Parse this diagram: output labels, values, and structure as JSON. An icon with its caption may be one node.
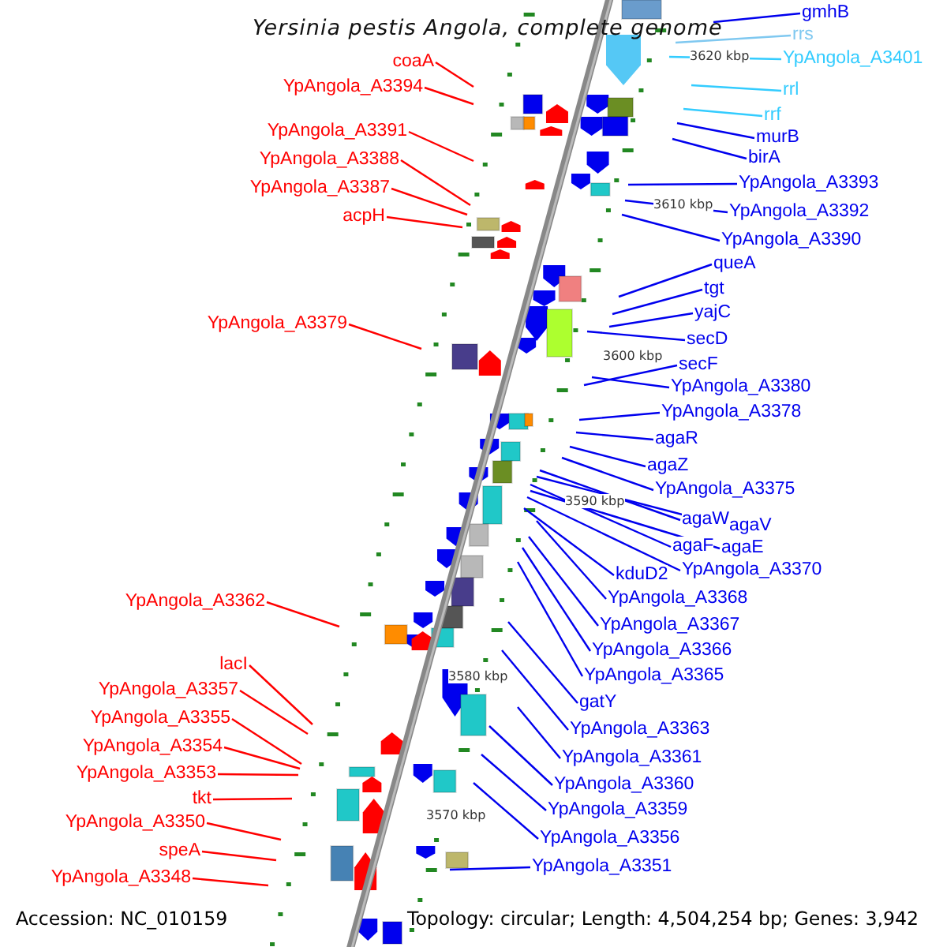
{
  "diagram": {
    "title": "Yersinia pestis Angola, complete genome",
    "nodes": [
      {
        "text": [
          "coaA"
        ]
      },
      {
        "text": [
          "YpAngola_A3394"
        ]
      },
      {
        "text": [
          "YpAngola_A3391"
        ]
      },
      {
        "text": [
          "YpAngola_A3388"
        ]
      },
      {
        "text": [
          "YpAngola_A3387"
        ]
      },
      {
        "text": [
          "acpH"
        ]
      },
      {
        "text": [
          "YpAngola_A3379"
        ]
      },
      {
        "text": [
          "YpAngola_A3362"
        ]
      },
      {
        "text": [
          "lacI"
        ]
      },
      {
        "text": [
          "YpAngola_A3357"
        ]
      },
      {
        "text": [
          "YpAngola_A3355"
        ]
      },
      {
        "text": [
          "YpAngola_A3354"
        ]
      },
      {
        "text": [
          "YpAngola_A3353"
        ]
      },
      {
        "text": [
          "tkt"
        ]
      },
      {
        "text": [
          "YpAngola_A3350"
        ]
      },
      {
        "text": [
          "speA"
        ]
      },
      {
        "text": [
          "YpAngola_A3348"
        ]
      },
      {
        "text": [
          "gmhB"
        ]
      },
      {
        "text": [
          "rrs"
        ]
      },
      {
        "text": [
          "YpAngola_A3401"
        ]
      },
      {
        "text": [
          "rrl"
        ]
      },
      {
        "text": [
          "rrf"
        ]
      },
      {
        "text": [
          "murB"
        ]
      },
      {
        "text": [
          "birA"
        ]
      },
      {
        "text": [
          "YpAngola_A3393"
        ]
      },
      {
        "text": [
          "YpAngola_A3392"
        ]
      },
      {
        "text": [
          "YpAngola_A3390"
        ]
      },
      {
        "text": [
          "queA"
        ]
      },
      {
        "text": [
          "tgt"
        ]
      },
      {
        "text": [
          "yajC"
        ]
      },
      {
        "text": [
          "secD"
        ]
      },
      {
        "text": [
          "secF"
        ]
      },
      {
        "text": [
          "YpAngola_A3380"
        ]
      },
      {
        "text": [
          "YpAngola_A3378"
        ]
      },
      {
        "text": [
          "agaR"
        ]
      },
      {
        "text": [
          "agaZ"
        ]
      },
      {
        "text": [
          "YpAngola_A3375"
        ]
      },
      {
        "text": [
          "agaW"
        ]
      },
      {
        "text": [
          "agaV"
        ]
      },
      {
        "text": [
          "agaF"
        ]
      },
      {
        "text": [
          "agaE"
        ]
      },
      {
        "text": [
          "YpAngola_A3370"
        ]
      },
      {
        "text": [
          "kduD2"
        ]
      },
      {
        "text": [
          "YpAngola_A3368"
        ]
      },
      {
        "text": [
          "YpAngola_A3367"
        ]
      },
      {
        "text": [
          "YpAngola_A3366"
        ]
      },
      {
        "text": [
          "YpAngola_A3365"
        ]
      },
      {
        "text": [
          "gatY"
        ]
      },
      {
        "text": [
          "YpAngola_A3363"
        ]
      },
      {
        "text": [
          "YpAngola_A3361"
        ]
      },
      {
        "text": [
          "YpAngola_A3360"
        ]
      },
      {
        "text": [
          "YpAngola_A3359"
        ]
      },
      {
        "text": [
          "YpAngola_A3356"
        ]
      },
      {
        "text": [
          "YpAngola_A3351"
        ]
      }
    ],
    "edges": [
      {
        "from": 0,
        "to": null,
        "arrow": "none",
        "color": "#ff0000"
      },
      {
        "from": 1,
        "to": null,
        "arrow": "none",
        "color": "#ff0000"
      },
      {
        "from": 2,
        "to": null,
        "arrow": "none",
        "color": "#ff0000"
      },
      {
        "from": 3,
        "to": null,
        "arrow": "none",
        "color": "#ff0000"
      },
      {
        "from": 4,
        "to": null,
        "arrow": "none",
        "color": "#ff0000"
      },
      {
        "from": 5,
        "to": null,
        "arrow": "none",
        "color": "#ff0000"
      },
      {
        "from": 6,
        "to": null,
        "arrow": "none",
        "color": "#ff0000"
      },
      {
        "from": 7,
        "to": null,
        "arrow": "none",
        "color": "#ff0000"
      },
      {
        "from": 8,
        "to": null,
        "arrow": "none",
        "color": "#ff0000"
      },
      {
        "from": 9,
        "to": null,
        "arrow": "none",
        "color": "#ff0000"
      },
      {
        "from": 10,
        "to": null,
        "arrow": "none",
        "color": "#ff0000"
      },
      {
        "from": 11,
        "to": null,
        "arrow": "none",
        "color": "#ff0000"
      },
      {
        "from": 12,
        "to": null,
        "arrow": "none",
        "color": "#ff0000"
      },
      {
        "from": 13,
        "to": null,
        "arrow": "none",
        "color": "#ff0000"
      },
      {
        "from": 14,
        "to": null,
        "arrow": "none",
        "color": "#ff0000"
      },
      {
        "from": 15,
        "to": null,
        "arrow": "none",
        "color": "#ff0000"
      },
      {
        "from": 16,
        "to": null,
        "arrow": "none",
        "color": "#ff0000"
      },
      {
        "from": 17,
        "to": null,
        "arrow": "none"
      },
      {
        "from": 18,
        "to": null,
        "arrow": "none",
        "color": "#7fc8f0"
      },
      {
        "from": 19,
        "to": null,
        "arrow": "none",
        "color": "#33ccff"
      },
      {
        "from": 20,
        "to": null,
        "arrow": "none",
        "color": "#33ccff"
      },
      {
        "from": 21,
        "to": null,
        "arrow": "none",
        "color": "#33ccff"
      },
      {
        "from": 22,
        "to": null,
        "arrow": "none"
      },
      {
        "from": 23,
        "to": null,
        "arrow": "none"
      },
      {
        "from": 24,
        "to": null,
        "arrow": "none"
      },
      {
        "from": 25,
        "to": null,
        "arrow": "none"
      },
      {
        "from": 26,
        "to": null,
        "arrow": "none"
      },
      {
        "from": 27,
        "to": null,
        "arrow": "none"
      },
      {
        "from": 28,
        "to": null,
        "arrow": "none"
      },
      {
        "from": 29,
        "to": null,
        "arrow": "none"
      },
      {
        "from": 30,
        "to": null,
        "arrow": "none"
      },
      {
        "from": 31,
        "to": null,
        "arrow": "none"
      },
      {
        "from": 32,
        "to": null,
        "arrow": "none"
      },
      {
        "from": 33,
        "to": null,
        "arrow": "none"
      },
      {
        "from": 34,
        "to": null,
        "arrow": "none"
      },
      {
        "from": 35,
        "to": null,
        "arrow": "none"
      },
      {
        "from": 36,
        "to": null,
        "arrow": "none"
      },
      {
        "from": 37,
        "to": null,
        "arrow": "none"
      },
      {
        "from": 38,
        "to": null,
        "arrow": "none"
      },
      {
        "from": 39,
        "to": null,
        "arrow": "none"
      },
      {
        "from": 40,
        "to": null,
        "arrow": "none"
      },
      {
        "from": 41,
        "to": null,
        "arrow": "none"
      },
      {
        "from": 42,
        "to": null,
        "arrow": "none"
      },
      {
        "from": 43,
        "to": null,
        "arrow": "none"
      },
      {
        "from": 44,
        "to": null,
        "arrow": "none"
      },
      {
        "from": 45,
        "to": null,
        "arrow": "none"
      },
      {
        "from": 46,
        "to": null,
        "arrow": "none"
      },
      {
        "from": 47,
        "to": null,
        "arrow": "none"
      },
      {
        "from": 48,
        "to": null,
        "arrow": "none"
      },
      {
        "from": 49,
        "to": null,
        "arrow": "none"
      },
      {
        "from": 50,
        "to": null,
        "arrow": "none"
      },
      {
        "from": 51,
        "to": null,
        "arrow": "none"
      },
      {
        "from": 52,
        "to": null,
        "arrow": "none"
      },
      {
        "from": 53,
        "to": null,
        "arrow": "none"
      }
    ],
    "labels": [
      "3620 kbp",
      "3610 kbp",
      "3600 kbp",
      "3590 kbp",
      "3580 kbp",
      "3570 kbp",
      "Accession: NC_010159",
      "Topology: circular; Length: 4,504,254 bp; Genes: 3,942"
    ]
  }
}
